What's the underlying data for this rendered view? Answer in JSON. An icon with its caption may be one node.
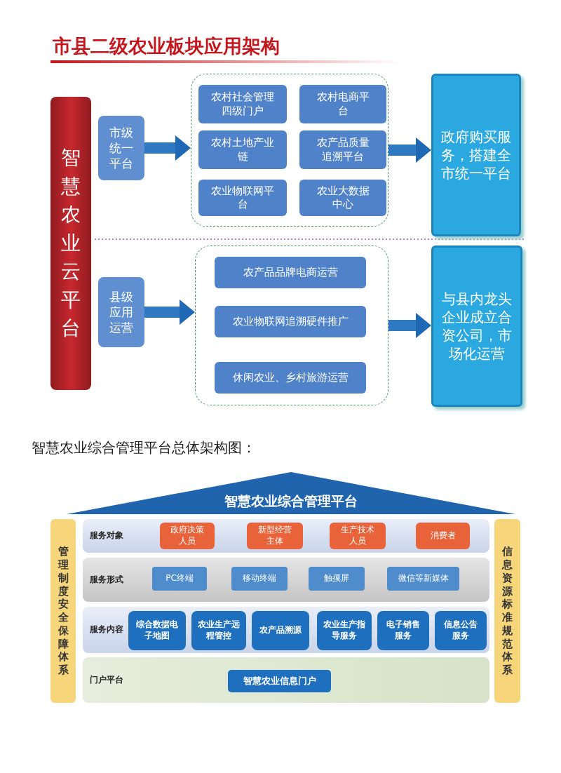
{
  "diagram": {
    "title": "市县二级农业板块应用架构",
    "nodes": [
      {
        "text": [
          "智慧农业云平台"
        ]
      },
      {
        "text": [
          "市级统一平台"
        ]
      },
      {
        "text": [],
        "shape": "box"
      },
      {
        "text": [
          "农村社会管理四级门户"
        ],
        "in": 2
      },
      {
        "text": [
          "农村电商平台"
        ],
        "in": 2
      },
      {
        "text": [
          "农村土地产业链"
        ],
        "in": 2
      },
      {
        "text": [
          "农产品质量追溯平台"
        ],
        "in": 2
      },
      {
        "text": [
          "农业物联网平台"
        ],
        "in": 2
      },
      {
        "text": [
          "农业大数据中心"
        ],
        "in": 2
      },
      {
        "text": [
          "政府购买服务，搭建全市统一平台"
        ]
      },
      {
        "text": [
          "县级应用运营"
        ]
      },
      {
        "text": [],
        "shape": "box"
      },
      {
        "text": [
          "农产品品牌电商运营"
        ],
        "in": 11
      },
      {
        "text": [
          "农业物联网追溯硬件推广"
        ],
        "in": 11
      },
      {
        "text": [
          "休闲农业、乡村旅游运营"
        ],
        "in": 11
      },
      {
        "text": [
          "与县内龙头企业成立合资公司，市场化运营"
        ]
      },
      {
        "text": [
          "智慧农业综合管理平台"
        ]
      },
      {
        "text": [
          "管理制度安全保障体系"
        ]
      },
      {
        "text": [
          "服务对象"
        ]
      },
      {
        "text": [
          "政府决策人员"
        ],
        "in": 18
      },
      {
        "text": [
          "新型经营主体"
        ],
        "in": 18
      },
      {
        "text": [
          "生产技术人员"
        ],
        "in": 18
      },
      {
        "text": [
          "消费者"
        ],
        "in": 18
      },
      {
        "text": [
          "服务形式"
        ]
      },
      {
        "text": [
          "PC终端"
        ],
        "in": 23
      },
      {
        "text": [
          "移动终端"
        ],
        "in": 23
      },
      {
        "text": [
          "触摸屏"
        ],
        "in": 23
      },
      {
        "text": [
          "微信等新媒体"
        ],
        "in": 23
      },
      {
        "text": [
          "服务内容"
        ]
      },
      {
        "text": [
          "综合数据电子地图"
        ],
        "in": 28
      },
      {
        "text": [
          "农业生产远程管控"
        ],
        "in": 28
      },
      {
        "text": [
          "农产品溯源"
        ],
        "in": 28
      },
      {
        "text": [
          "农业生产指导服务"
        ],
        "in": 28
      },
      {
        "text": [
          "电子销售服务"
        ],
        "in": 28
      },
      {
        "text": [
          "信息公告服务"
        ],
        "in": 28
      },
      {
        "text": [
          "门户平台"
        ]
      },
      {
        "text": [
          "智慧农业信息门户"
        ],
        "in": 35
      },
      {
        "text": [
          "信息资源标准规范体系"
        ]
      }
    ],
    "edges": [
      {
        "from": 1,
        "to": 2,
        "arrow": "to"
      },
      {
        "from": 2,
        "to": 9,
        "arrow": "to"
      },
      {
        "from": 10,
        "to": 11,
        "arrow": "to"
      },
      {
        "from": 11,
        "to": 15,
        "arrow": "to"
      }
    ],
    "labels": [
      "智慧农业综合管理平台总体架构图："
    ]
  }
}
